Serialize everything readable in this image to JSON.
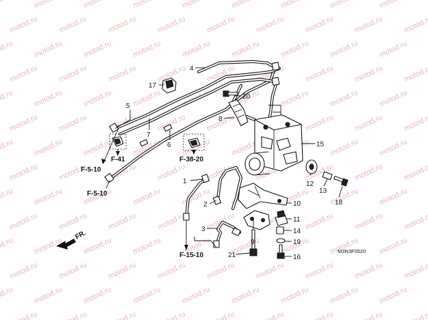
{
  "watermark": {
    "text": "motod.ru",
    "color": "#e9b7b7"
  },
  "callouts": [
    {
      "id": "1",
      "label": "1"
    },
    {
      "id": "2",
      "label": "2"
    },
    {
      "id": "3",
      "label": "3"
    },
    {
      "id": "4",
      "label": "4"
    },
    {
      "id": "5",
      "label": "5"
    },
    {
      "id": "6",
      "label": "6"
    },
    {
      "id": "7",
      "label": "7"
    },
    {
      "id": "8",
      "label": "8"
    },
    {
      "id": "9",
      "label": "9"
    },
    {
      "id": "10",
      "label": "10"
    },
    {
      "id": "11",
      "label": "11"
    },
    {
      "id": "12",
      "label": "12"
    },
    {
      "id": "13",
      "label": "13"
    },
    {
      "id": "14",
      "label": "14"
    },
    {
      "id": "15",
      "label": "15"
    },
    {
      "id": "16",
      "label": "16"
    },
    {
      "id": "17",
      "label": "17"
    },
    {
      "id": "18",
      "label": "18"
    },
    {
      "id": "19",
      "label": "19"
    },
    {
      "id": "20",
      "label": "20"
    },
    {
      "id": "21",
      "label": "21"
    }
  ],
  "references": {
    "f5_10_a": "F-5-10",
    "f41": "F-41",
    "f5_10_b": "F-5-10",
    "f38_20": "F-38-20",
    "f15_10": "F-15-10"
  },
  "front_label": "FR.",
  "diagram_code": "M3N3F0520"
}
